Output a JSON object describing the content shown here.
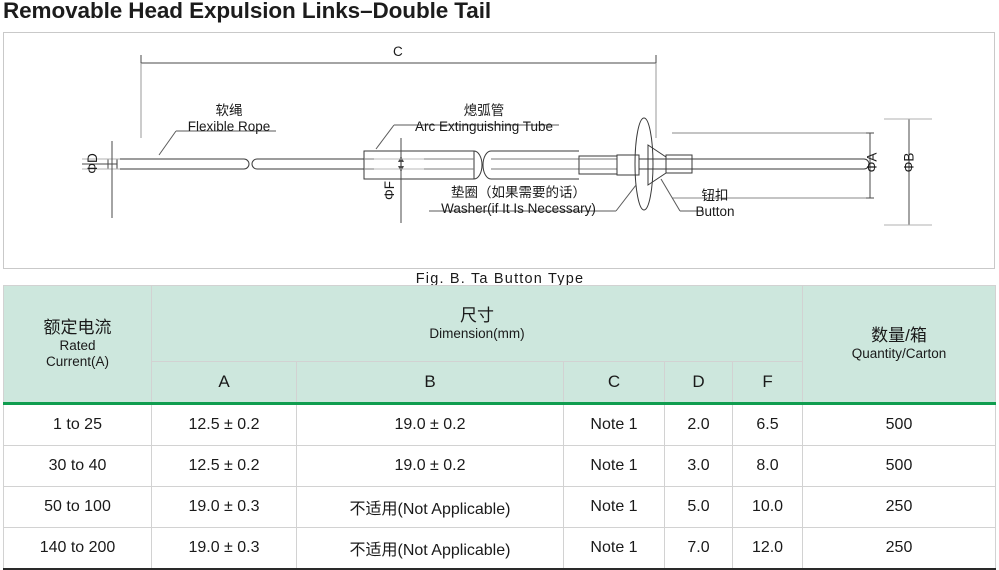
{
  "title": "Removable Head Expulsion Links–Double Tail",
  "figure": {
    "caption": "Fig.  B.  Ta  Button  Type",
    "labels": {
      "flexible_rope": {
        "cn": "软绳",
        "en": "Flexible Rope"
      },
      "arc_tube": {
        "cn": "熄弧管",
        "en": "Arc Extinguishing Tube"
      },
      "washer": {
        "cn": "垫圈（如果需要的话）",
        "en": "Washer(if It Is Necessary)"
      },
      "button": {
        "cn": "钮扣",
        "en": "Button"
      }
    },
    "dimensions": {
      "c": "C",
      "d": "ΦD",
      "f": "ΦF",
      "a": "ΦA",
      "b": "ΦB"
    }
  },
  "table": {
    "header": {
      "rated_current": {
        "cn": "额定电流",
        "en1": "Rated",
        "en2": "Current(A)"
      },
      "dimension": {
        "cn": "尺寸",
        "en": "Dimension(mm)"
      },
      "quantity": {
        "cn": "数量/箱",
        "en": "Quantity/Carton"
      },
      "sub_columns": [
        "A",
        "B",
        "C",
        "D",
        "F"
      ]
    },
    "rows": [
      {
        "rated_current": "1 to 25",
        "a": "12.5 ± 0.2",
        "b": "19.0 ± 0.2",
        "c": "Note 1",
        "d": "2.0",
        "f": "6.5",
        "quantity": "500"
      },
      {
        "rated_current": "30 to 40",
        "a": "12.5 ± 0.2",
        "b": "19.0 ± 0.2",
        "c": "Note 1",
        "d": "3.0",
        "f": "8.0",
        "quantity": "500"
      },
      {
        "rated_current": "50 to 100",
        "a": "19.0 ± 0.3",
        "b": "不适用(Not Applicable)",
        "c": "Note 1",
        "d": "5.0",
        "f": "10.0",
        "quantity": "250"
      },
      {
        "rated_current": "140 to 200",
        "a": "19.0 ± 0.3",
        "b": "不适用(Not Applicable)",
        "c": "Note 1",
        "d": "7.0",
        "f": "12.0",
        "quantity": "250"
      }
    ]
  },
  "colors": {
    "header_bg": "#cde7dd",
    "accent_green": "#0f9d4f",
    "border": "#d2d2d2",
    "text": "#1a1a1a"
  }
}
